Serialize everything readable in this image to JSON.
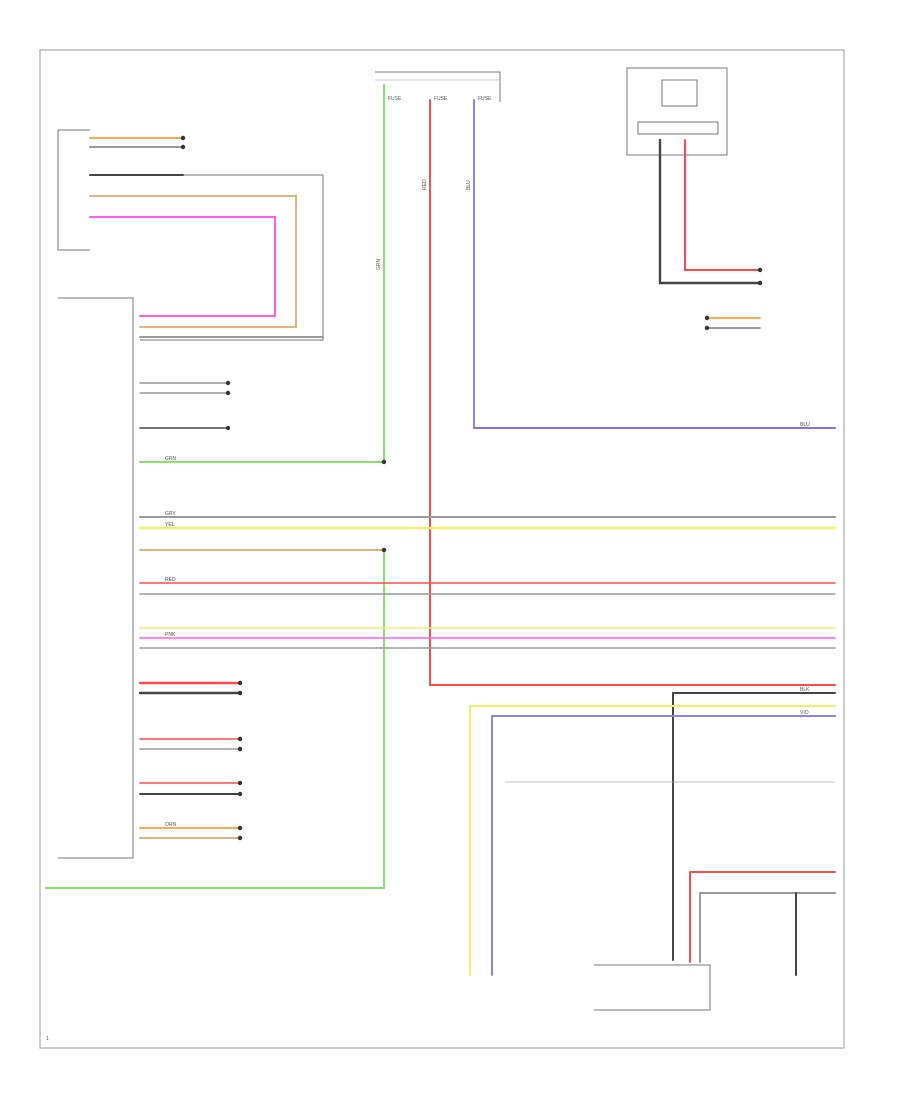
{
  "colors": {
    "green": "#8be06a",
    "red": "#ff4a4a",
    "blue": "#8c82f0",
    "purple": "#9b5bbf",
    "yellow": "#f0ef6a",
    "orange": "#ffa94d",
    "tan": "#e3b27a",
    "magenta": "#ff5cf2",
    "gray": "#9a9a9a",
    "black": "#444444"
  },
  "labels": {
    "top_fuse": "FUSE",
    "page_num": "1",
    "left_box": "",
    "wire_gray": "GRY",
    "wire_red": "RED",
    "wire_grn": "GRN",
    "wire_yel": "YEL",
    "wire_pnk": "PNK",
    "wire_org": "ORN",
    "wire_blu": "BLU",
    "wire_vio": "VIO",
    "wire_blk": "BLK"
  }
}
